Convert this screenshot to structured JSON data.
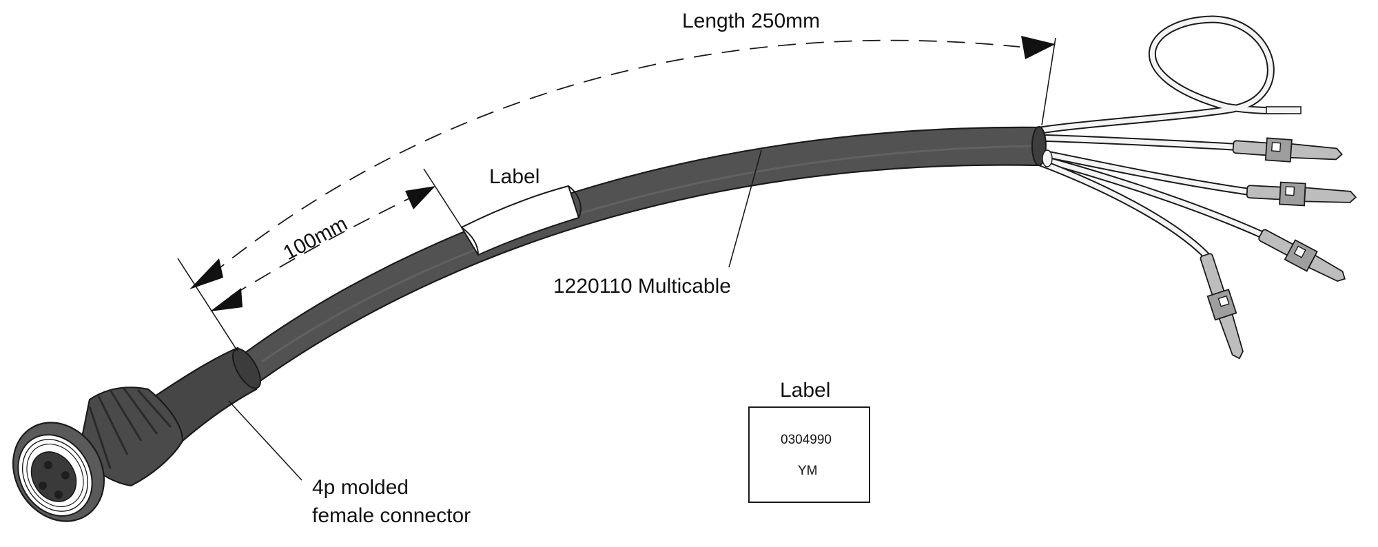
{
  "annotations": {
    "length": "Length 250mm",
    "offset": "100mm",
    "label_on_cable": "Label",
    "cable": "1220110 Multicable",
    "connector_line1": "4p molded",
    "connector_line2": "female connector"
  },
  "label_box": {
    "title": "Label",
    "code": "0304990",
    "mark": "YM"
  },
  "colors": {
    "cable": "#525252",
    "outline": "#1a1a1a",
    "wire": "#eeeeee",
    "terminal": "#bdbdbd"
  }
}
